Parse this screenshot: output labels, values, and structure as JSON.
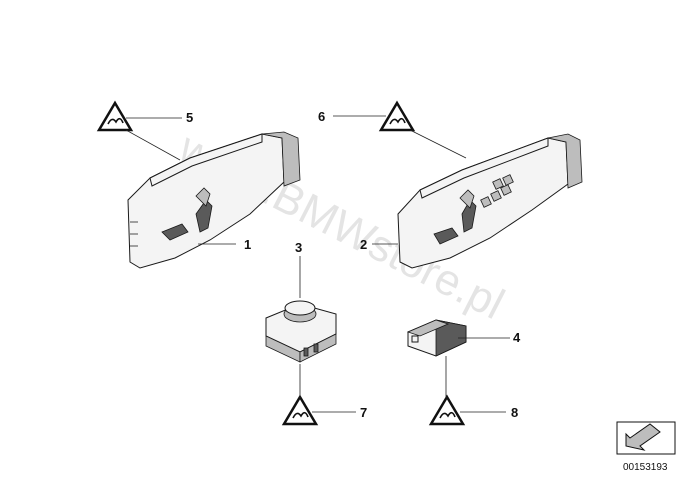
{
  "callouts": [
    "1",
    "2",
    "3",
    "4",
    "5",
    "6",
    "7",
    "8"
  ],
  "catalog_number": "00153193",
  "watermark": "www.BMWstore.pl",
  "icons": {
    "warning_triangle": "esd-warning-triangle-icon",
    "navigation": "arrow-navigation-icon"
  }
}
